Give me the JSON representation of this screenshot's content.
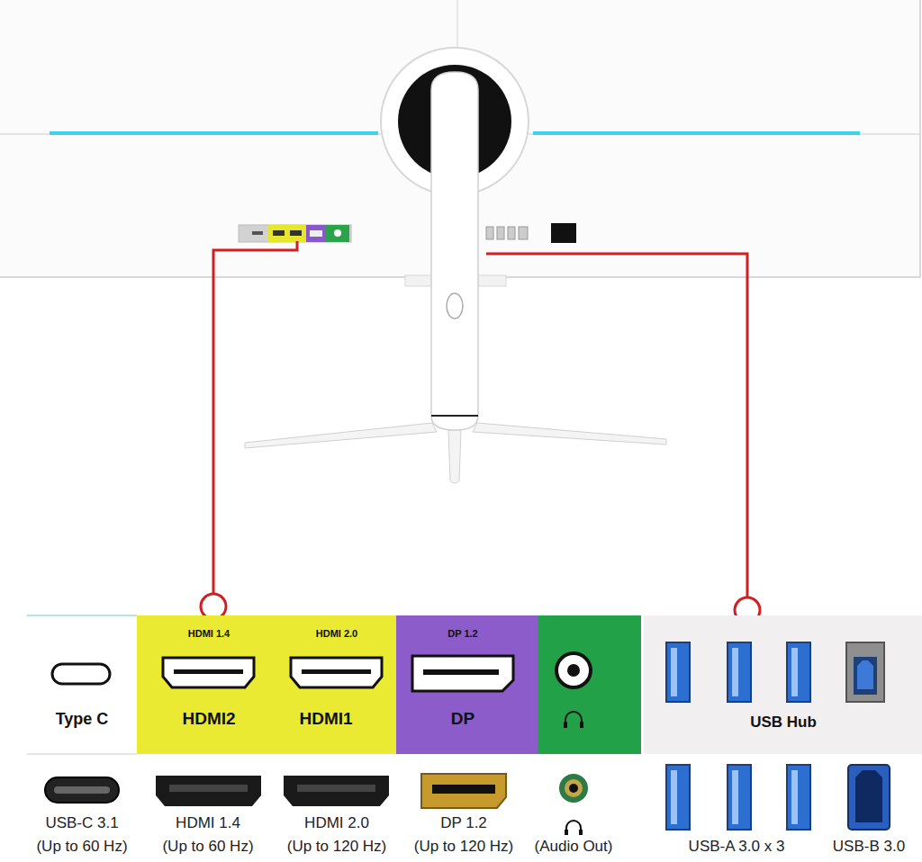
{
  "diagram": {
    "nodes": [
      {
        "text": [
          "Type C"
        ]
      },
      {
        "text": [
          "HDMI 1.4",
          "HDMI2"
        ]
      },
      {
        "text": [
          "HDMI 2.0",
          "HDMI1"
        ]
      },
      {
        "text": [
          "DP 1.2",
          "DP"
        ]
      },
      {
        "text": [
          "USB Hub"
        ]
      }
    ],
    "labels": [
      "USB-C 3.1",
      "(Up to 60 Hz)",
      "HDMI 1.4",
      "(Up to 60 Hz)",
      "HDMI 2.0",
      "(Up to 120 Hz)",
      "DP 1.2",
      "(Up to 120 Hz)",
      "(Audio Out)",
      "USB-A 3.0 x 3",
      "USB-B 3.0"
    ]
  }
}
